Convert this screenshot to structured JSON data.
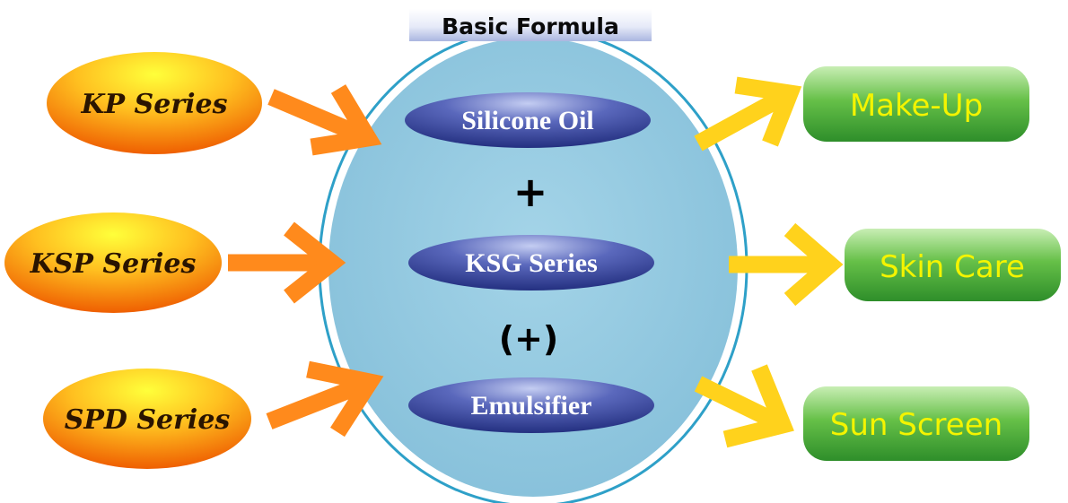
{
  "title": "Basic Formula",
  "inputs": [
    {
      "label": "KP Series"
    },
    {
      "label": "KSP Series"
    },
    {
      "label": "SPD Series"
    }
  ],
  "ingredients": [
    {
      "label": "Silicone Oil"
    },
    {
      "label": "KSG Series"
    },
    {
      "label": "Emulsifier"
    }
  ],
  "operators": [
    "+",
    "(+)"
  ],
  "applications": [
    {
      "label": "Make-Up"
    },
    {
      "label": "Skin Care"
    },
    {
      "label": "Sun Screen"
    }
  ],
  "colors": {
    "input_arrow": "#ff8a1c",
    "output_arrow": "#ffd21c",
    "formula_fill": "#90c8df",
    "formula_rim": "#2ea0c8",
    "ingredient_pill": "#2e3a8c",
    "application_box": "#3aa53a",
    "application_text": "#f4f400"
  }
}
